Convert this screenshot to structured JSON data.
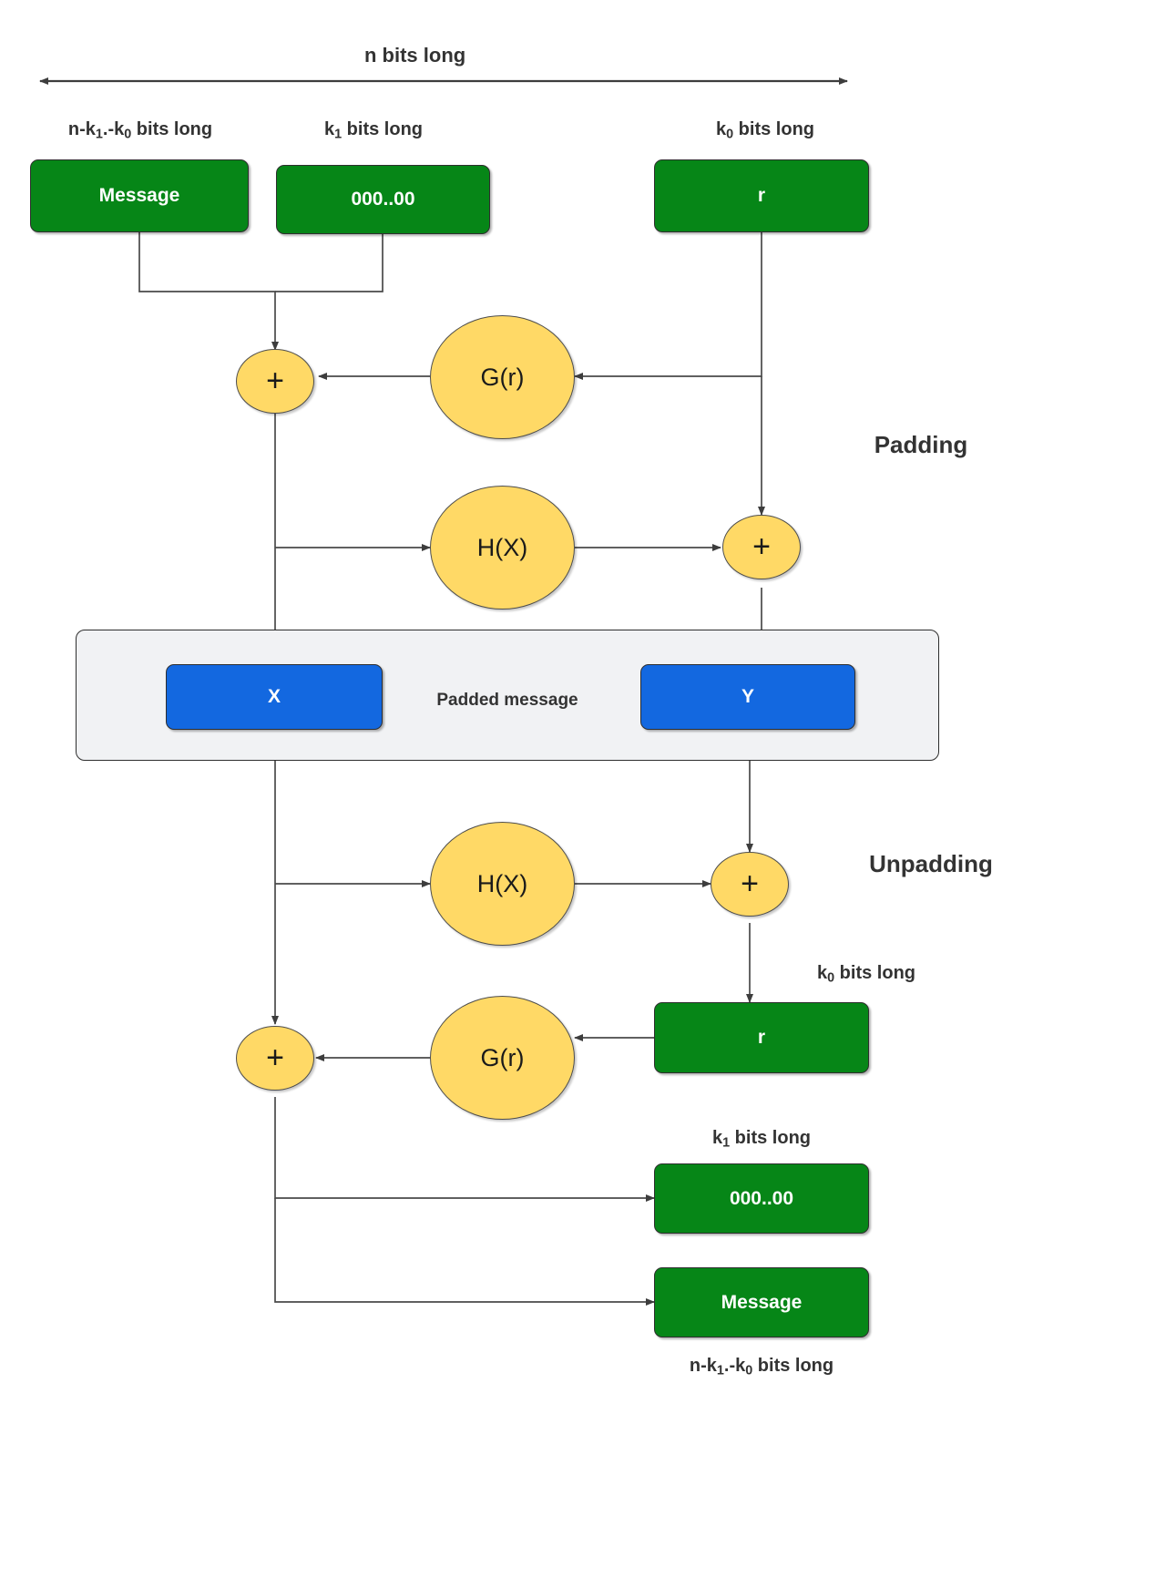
{
  "diagram": {
    "title_arrow_label": "n bits long",
    "sections": {
      "padding": "Padding",
      "unpadding": "Unpadding"
    },
    "padded_group_label": "Padded message"
  },
  "top_captions": {
    "message_bits": "n-k₁.-k₀ bits long",
    "zeros_bits": "k₁ bits long",
    "r_bits": "k₀ bits long"
  },
  "bottom_captions": {
    "r_bits": "k₀ bits long",
    "zeros_bits": "k₁ bits long",
    "message_bits": "n-k₁.-k₀ bits long"
  },
  "boxes": {
    "message_top": "Message",
    "zeros_top": "000..00",
    "r_top": "r",
    "x_box": "X",
    "y_box": "Y",
    "r_bottom": "r",
    "zeros_bottom": "000..00",
    "message_bottom": "Message"
  },
  "circles": {
    "xor_top_left": "+",
    "g_top": "G(r)",
    "h_top": "H(X)",
    "xor_top_right": "+",
    "h_bottom": "H(X)",
    "xor_bottom_right": "+",
    "g_bottom": "G(r)",
    "xor_bottom_left": "+"
  },
  "colors": {
    "green": "#068617",
    "blue": "#1368e0",
    "yellow": "#ffd966",
    "group_gray": "#f1f2f4",
    "stroke": "#2e2e2e",
    "text_dark": "#333333"
  }
}
